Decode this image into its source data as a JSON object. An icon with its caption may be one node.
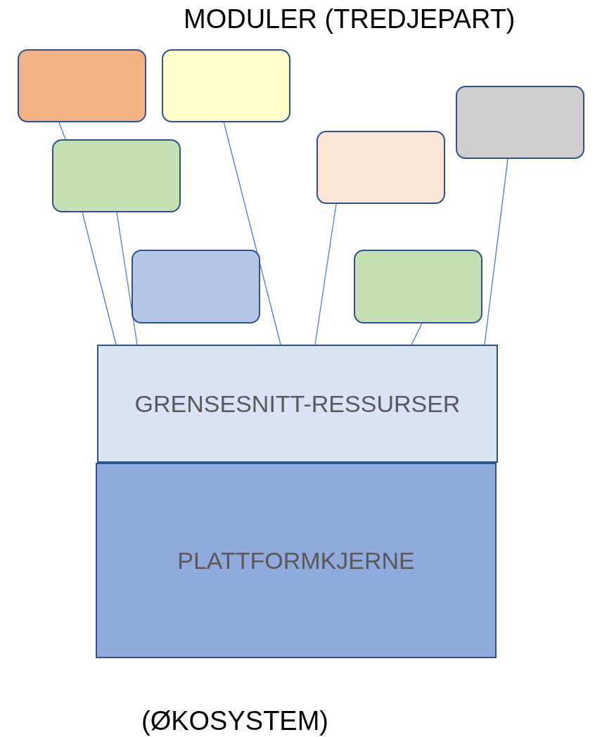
{
  "diagram": {
    "title": "MODULER (TREDJEPART)",
    "caption": "(ØKOSYSTEM)",
    "nodes": [
      {
        "text": [
          "GRENSESNITT-RESSURSER"
        ]
      },
      {
        "text": [
          "PLATTFORMKJERNE"
        ]
      },
      {
        "text": [],
        "shape": "box"
      },
      {
        "text": [],
        "shape": "box"
      },
      {
        "text": [],
        "shape": "box"
      },
      {
        "text": [],
        "shape": "box"
      },
      {
        "text": [],
        "shape": "box"
      },
      {
        "text": [],
        "shape": "box"
      },
      {
        "text": [],
        "shape": "box"
      }
    ],
    "edges": [
      {
        "from": 2,
        "to": 5,
        "arrow": "none"
      },
      {
        "from": 5,
        "to": 0,
        "arrow": "none"
      },
      {
        "from": 5,
        "to": 0,
        "arrow": "none"
      },
      {
        "from": 3,
        "to": 0,
        "arrow": "none"
      },
      {
        "from": 4,
        "to": 0,
        "arrow": "none"
      },
      {
        "from": 6,
        "to": 0,
        "arrow": "none"
      },
      {
        "from": 8,
        "to": 0,
        "arrow": "none"
      }
    ]
  }
}
